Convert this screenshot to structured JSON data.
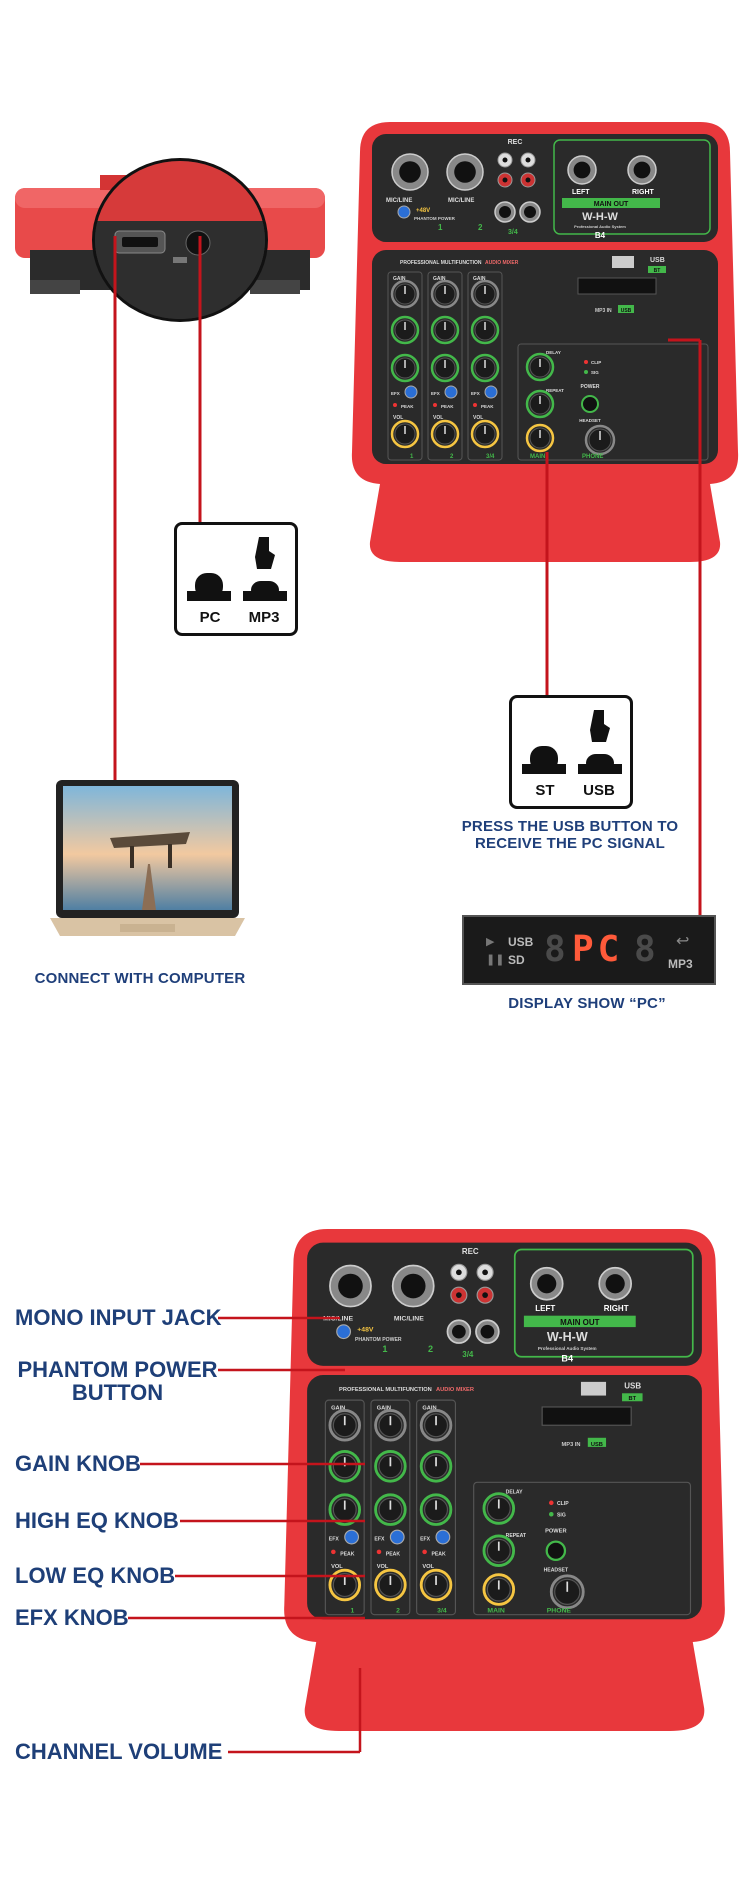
{
  "top_section": {
    "switch1": {
      "left_label": "PC",
      "right_label": "MP3"
    },
    "switch2": {
      "left_label": "ST",
      "right_label": "USB"
    },
    "usb_caption_line1": "PRESS THE USB BUTTON TO",
    "usb_caption_line2": "RECEIVE THE PC SIGNAL",
    "display_caption": "DISPLAY SHOW “PC”",
    "computer_caption": "CONNECT WITH COMPUTER",
    "display": {
      "usb": "USB",
      "sd": "SD",
      "readout": "PC",
      "mp3": "MP3"
    }
  },
  "mixer": {
    "brand": "W-H-W",
    "brand_sub": "Professional Audio System",
    "model": "B4",
    "rec": "REC",
    "mic_line": "MIC/LINE",
    "phantom": "PHANTOM POWER",
    "plus48": "+48V",
    "left": "LEFT",
    "right": "RIGHT",
    "main_out": "MAIN OUT",
    "title": "PROFESSIONAL MULTIFUNCTION",
    "title_accent": "AUDIO MIXER",
    "usb": "USB",
    "bt": "BT",
    "mp3_in": "MP3 IN",
    "usb_btn": "USB",
    "gain": "GAIN",
    "vol": "VOL",
    "efx": "EFX",
    "peak": "PEAK",
    "delay": "DELAY",
    "repeat": "REPEAT",
    "power": "POWER",
    "headset": "HEADSET",
    "clip": "CLIP",
    "sig": "SIG",
    "ch1": "1",
    "ch2": "2",
    "ch34": "3/4",
    "main": "MAIN",
    "phone": "PHONE"
  },
  "bottom_labels": {
    "mono_input": "MONO INPUT JACK",
    "phantom_line1": "PHANTOM POWER",
    "phantom_line2": "BUTTON",
    "gain": "GAIN KNOB",
    "high_eq": "HIGH EQ KNOB",
    "low_eq": "LOW EQ KNOB",
    "efx": "EFX KNOB",
    "volume": "CHANNEL VOLUME"
  },
  "colors": {
    "red": "#e8383c",
    "dark": "#2a2a2a",
    "green": "#43b84a",
    "blue": "#1e3f78",
    "line": "#c4141c"
  }
}
